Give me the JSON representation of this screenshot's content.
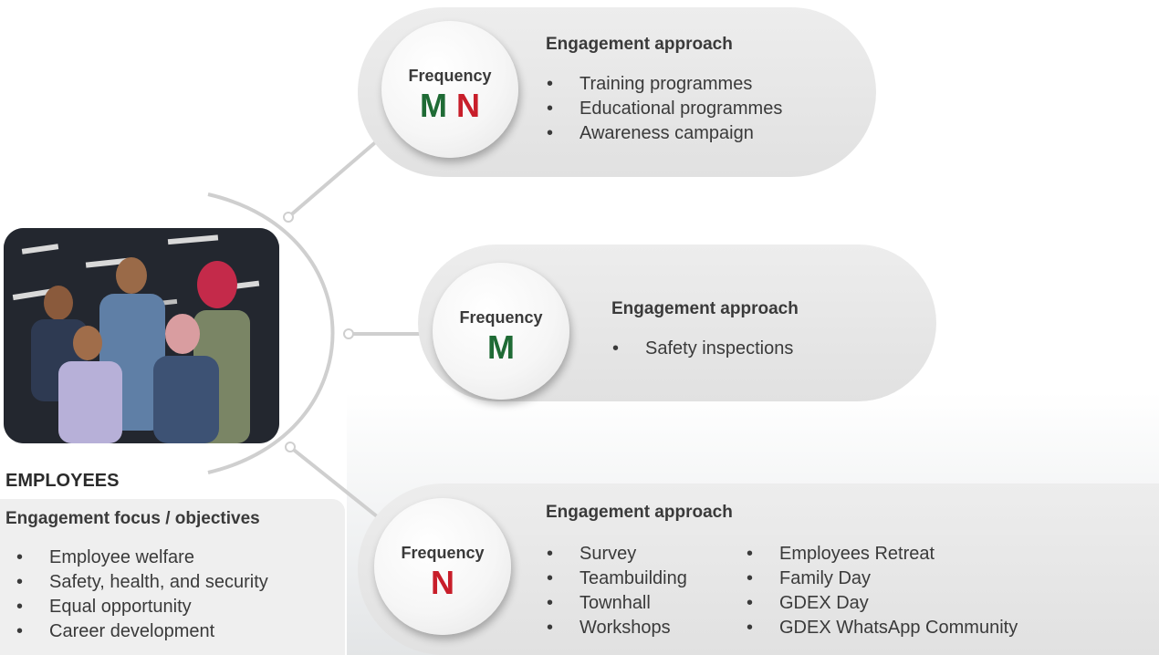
{
  "employees": {
    "title": "EMPLOYEES",
    "focus_title": "Engagement focus / objectives",
    "focus_items": [
      "Employee welfare",
      "Safety, health, and security",
      "Equal opportunity",
      "Career development"
    ]
  },
  "branches": [
    {
      "frequency_label": "Frequency",
      "codes": [
        "M",
        "N"
      ],
      "approach_title": "Engagement approach",
      "items": [
        "Training programmes",
        "Educational programmes",
        "Awareness campaign"
      ]
    },
    {
      "frequency_label": "Frequency",
      "codes": [
        "M"
      ],
      "approach_title": "Engagement approach",
      "items": [
        "Safety inspections"
      ]
    },
    {
      "frequency_label": "Frequency",
      "codes": [
        "N"
      ],
      "approach_title": "Engagement approach",
      "items_col1": [
        "Survey",
        "Teambuilding",
        "Townhall",
        "Workshops"
      ],
      "items_col2": [
        "Employees Retreat",
        "Family Day",
        "GDEX Day",
        "GDEX WhatsApp Community"
      ]
    }
  ],
  "colors": {
    "monthly": "#1f6b35",
    "as_needed": "#c81e2a"
  }
}
